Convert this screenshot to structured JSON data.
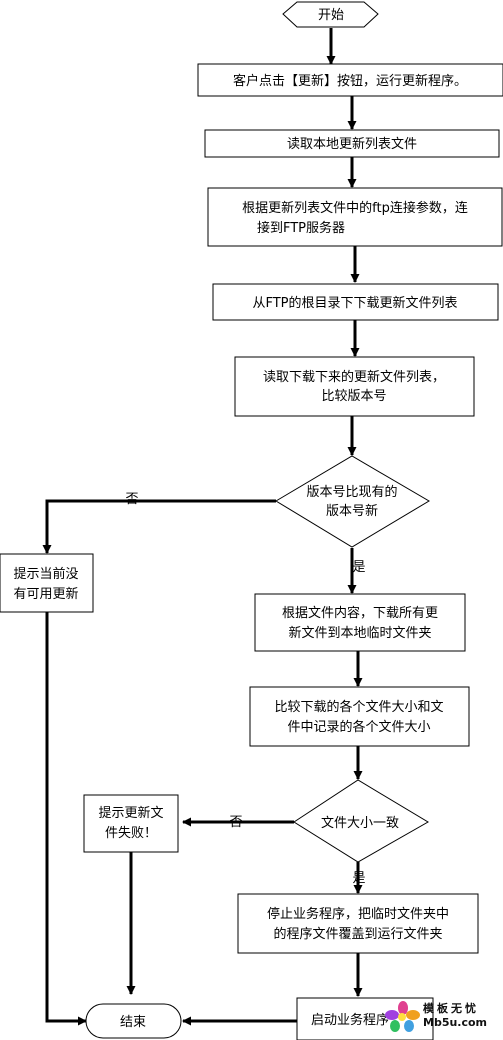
{
  "nodes": {
    "start": "开始",
    "click_update": "客户点击【更新】按钮，运行更新程序。",
    "read_local_list": "读取本地更新列表文件",
    "connect_ftp": [
      "根据更新列表文件中的ftp连接参数，连",
      "接到FTP服务器"
    ],
    "download_list": "从FTP的根目录下下载更新文件列表",
    "compare_version": [
      "读取下载下来的更新文件列表，",
      "比较版本号"
    ],
    "version_newer": [
      "版本号比现有的",
      "版本号新"
    ],
    "no_update": [
      "提示当前没",
      "有可用更新"
    ],
    "download_files": [
      "根据文件内容，下载所有更",
      "新文件到本地临时文件夹"
    ],
    "compare_sizes": [
      "比较下载的各个文件大小和文",
      "件中记录的各个文件大小"
    ],
    "size_match": "文件大小一致",
    "update_failed": [
      "提示更新文",
      "件失败！"
    ],
    "replace_files": [
      "停止业务程序，把临时文件夹中",
      "的程序文件覆盖到运行文件夹"
    ],
    "start_business": "启动业务程序",
    "end": "结束"
  },
  "edges": {
    "no_1": "否",
    "yes_1": "是",
    "no_2": "否",
    "yes_2": "是"
  },
  "watermark": {
    "line1": "模板无忧",
    "line2": "Mb5u.com"
  }
}
